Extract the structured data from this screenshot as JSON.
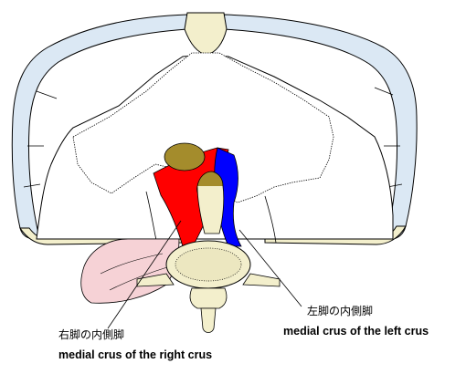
{
  "labels": {
    "right_crus_jp": "右脚の内側脚",
    "right_crus_en": "medial crus of the right crus",
    "left_crus_jp": "左脚の内側脚",
    "left_crus_en": "medial crus of the left crus"
  },
  "colors": {
    "right_crus": "#ff0000",
    "left_crus": "#0000ff",
    "cartilage": "#dbe8f4",
    "bone": "#f3efcc",
    "aorta": "#a48c2c",
    "psoas": "#f6d2d6",
    "outline": "#000000"
  }
}
